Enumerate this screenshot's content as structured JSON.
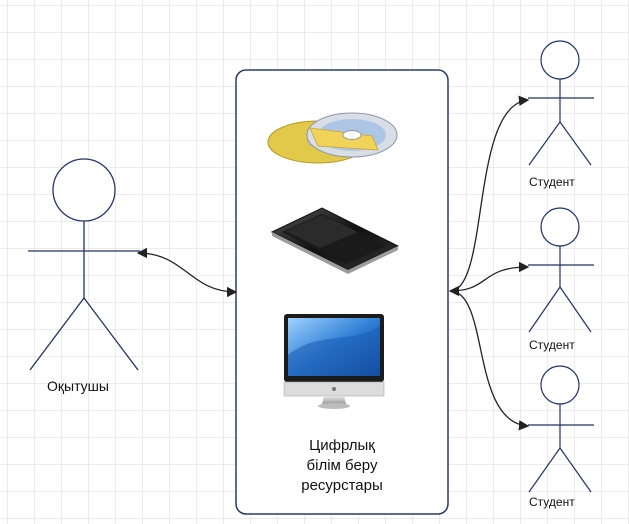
{
  "labels": {
    "teacher": "Оқытушы",
    "students": [
      "Студент",
      "Студент",
      "Студент"
    ],
    "center": [
      "Цифрлық",
      "білім беру",
      "ресурстары"
    ]
  },
  "icons": [
    "cd-discs-icon",
    "tablet-icon",
    "monitor-icon"
  ],
  "colors": {
    "grid": "#d9d9d9",
    "actor_stroke": "#223366",
    "box_stroke": "#2b3a6b",
    "arrow": "#222222"
  }
}
